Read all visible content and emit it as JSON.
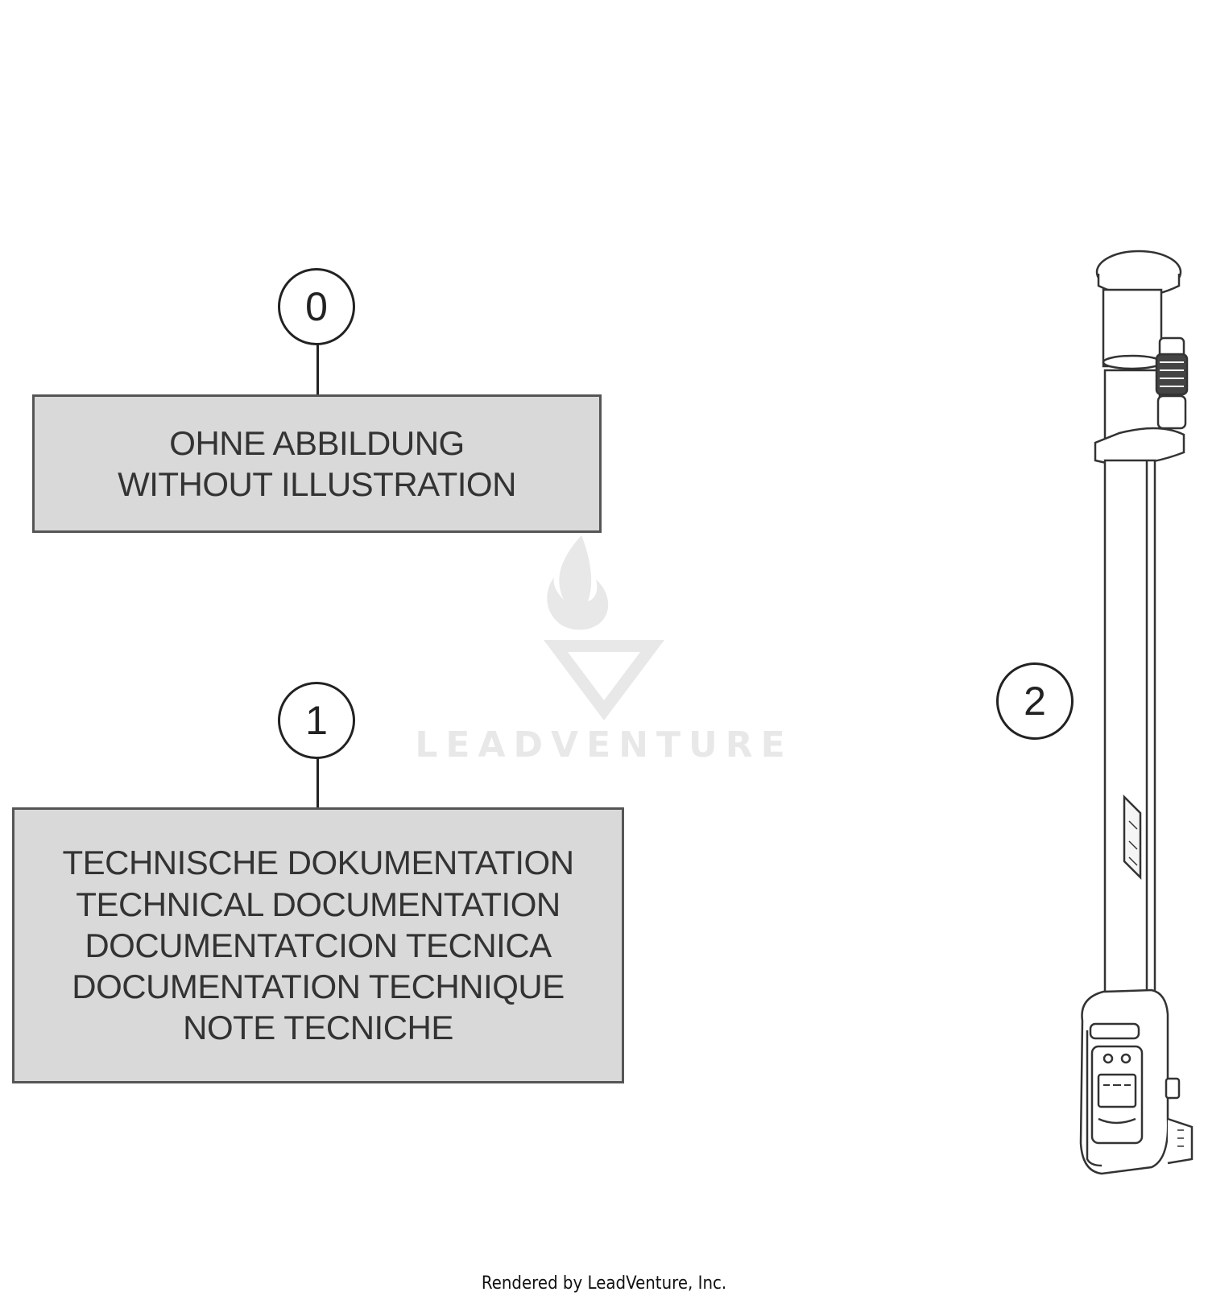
{
  "callouts": [
    {
      "number": "0"
    },
    {
      "number": "1"
    },
    {
      "number": "2"
    }
  ],
  "box_0": {
    "lines": [
      "OHNE ABBILDUNG",
      "WITHOUT ILLUSTRATION"
    ]
  },
  "box_1": {
    "lines": [
      "TECHNISCHE DOKUMENTATION",
      "TECHNICAL DOCUMENTATION",
      "DOCUMENTATCION TECNICA",
      "DOCUMENTATION TECHNIQUE",
      "NOTE TECNICHE"
    ]
  },
  "watermark": {
    "text": "LEADVENTURE",
    "icon": "flame-v-logo"
  },
  "part_2": {
    "icon": "air-pump-drawing"
  },
  "footer": {
    "text": "Rendered by LeadVenture, Inc."
  },
  "colors": {
    "box_fill": "#d9d9d9",
    "line": "#222222"
  }
}
